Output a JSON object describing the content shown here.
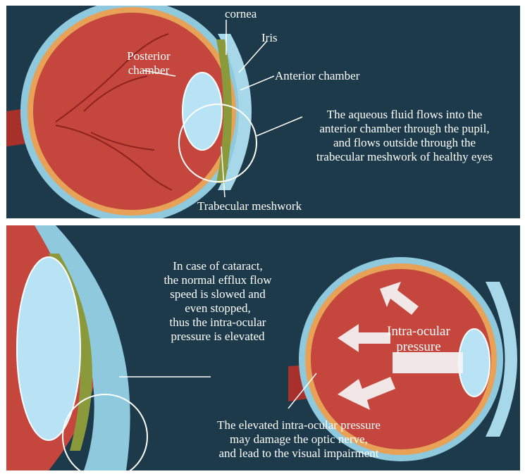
{
  "colors": {
    "background": "#1d3a4a",
    "eyeball": "#c8473d",
    "sclera_ring": "#e9a25a",
    "outer_layer": "#9fd2e6",
    "lens": "#aee0f3",
    "iris": "#8a9a3a",
    "arrow": "#f5f5f5",
    "label_text": "#ffffff"
  },
  "top": {
    "cornea": "cornea",
    "iris": "Iris",
    "posterior_chamber": [
      "Posterior",
      "chamber"
    ],
    "anterior_chamber": "Anterior chamber",
    "aqueous_note": [
      "The aqueous fluid flows into the",
      "anterior chamber through the pupil,",
      "and flows outside through the",
      "trabecular meshwork of healthy eyes"
    ],
    "trabecular": "Trabecular meshwork"
  },
  "bottom": {
    "cataract_note": [
      "In case of cataract,",
      "the normal efflux flow",
      "speed is slowed and",
      "even stopped,",
      "thus the intra-ocular",
      "pressure is elevated"
    ],
    "pressure_label": [
      "Intra-ocular",
      "pressure"
    ],
    "damage_note": [
      "The elevated intra-ocular pressure",
      "may damage the optic nerve,",
      "and lead to the visual impairment"
    ]
  }
}
